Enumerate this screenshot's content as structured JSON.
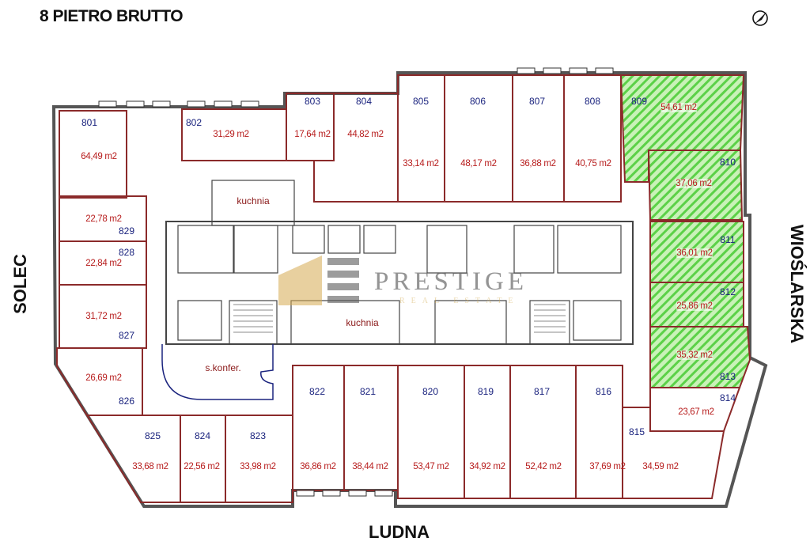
{
  "title": "8 PIETRO BRUTTO",
  "compass_icon": "compass-north-arrow-icon",
  "streets": {
    "west": "SOLEC",
    "east": "WIOŚLARSKA",
    "south": "LUDNA"
  },
  "watermark": {
    "brand": "PRESTIGE",
    "tagline": "REAL ESTATE"
  },
  "functional_rooms": {
    "kitchen_top": "kuchnia",
    "kitchen_bottom": "kuchnia",
    "conference": "s.konfer."
  },
  "colors": {
    "wall": "#8b2a2a",
    "highlight": "#55d23f",
    "number": "#1a237e",
    "area": "#b71c1c"
  },
  "rooms": [
    {
      "number": "801",
      "area": "64,49 m2",
      "highlighted": false
    },
    {
      "number": "802",
      "area": "31,29 m2",
      "highlighted": false
    },
    {
      "number": "803",
      "area": "17,64 m2",
      "highlighted": false
    },
    {
      "number": "804",
      "area": "44,82 m2",
      "highlighted": false
    },
    {
      "number": "805",
      "area": "33,14 m2",
      "highlighted": false
    },
    {
      "number": "806",
      "area": "48,17 m2",
      "highlighted": false
    },
    {
      "number": "807",
      "area": "36,88 m2",
      "highlighted": false
    },
    {
      "number": "808",
      "area": "40,75 m2",
      "highlighted": false
    },
    {
      "number": "809",
      "area": "54,61 m2",
      "highlighted": true
    },
    {
      "number": "810",
      "area": "37,06 m2",
      "highlighted": true
    },
    {
      "number": "811",
      "area": "36,01 m2",
      "highlighted": true
    },
    {
      "number": "812",
      "area": "25,86 m2",
      "highlighted": true
    },
    {
      "number": "813",
      "area": "35,32 m2",
      "highlighted": true
    },
    {
      "number": "814",
      "area": "23,67 m2",
      "highlighted": false
    },
    {
      "number": "815",
      "area": "34,59 m2",
      "highlighted": false
    },
    {
      "number": "816",
      "area": "37,69 m2",
      "highlighted": false
    },
    {
      "number": "817",
      "area": "52,42 m2",
      "highlighted": false
    },
    {
      "number": "819",
      "area": "34,92 m2",
      "highlighted": false
    },
    {
      "number": "820",
      "area": "53,47 m2",
      "highlighted": false
    },
    {
      "number": "821",
      "area": "38,44 m2",
      "highlighted": false
    },
    {
      "number": "822",
      "area": "36,86 m2",
      "highlighted": false
    },
    {
      "number": "823",
      "area": "33,98 m2",
      "highlighted": false
    },
    {
      "number": "824",
      "area": "22,56 m2",
      "highlighted": false
    },
    {
      "number": "825",
      "area": "33,68 m2",
      "highlighted": false
    },
    {
      "number": "826",
      "area": "26,69 m2",
      "highlighted": false
    },
    {
      "number": "827",
      "area": "31,72 m2",
      "highlighted": false
    },
    {
      "number": "828",
      "area": "22,84 m2",
      "highlighted": false
    },
    {
      "number": "829",
      "area": "22,78 m2",
      "highlighted": false
    }
  ]
}
